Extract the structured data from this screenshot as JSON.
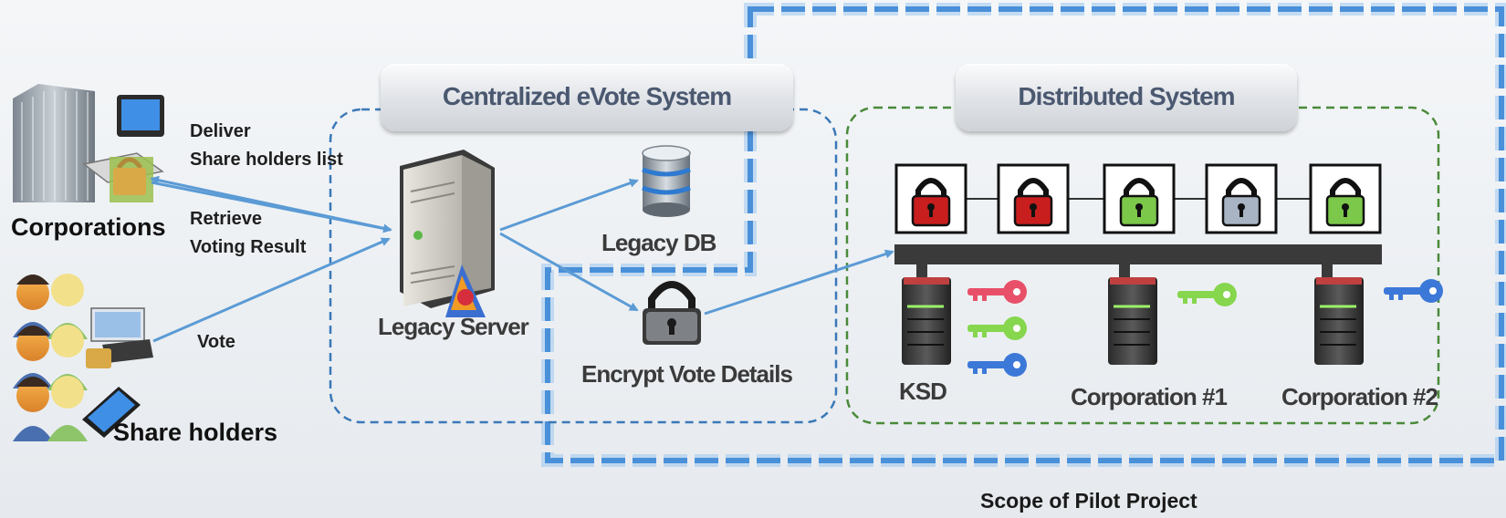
{
  "groups": {
    "centralized_title": "Centralized eVote System",
    "distributed_title": "Distributed System",
    "scope_caption": "Scope of Pilot Project"
  },
  "actors": {
    "corporations": "Corporations",
    "shareholders": "Share holders"
  },
  "flows": {
    "deliver_line1": "Deliver",
    "deliver_line2": "Share holders list",
    "retrieve_line1": "Retrieve",
    "retrieve_line2": "Voting Result",
    "vote": "Vote"
  },
  "nodes": {
    "legacy_server": "Legacy Server",
    "legacy_db": "Legacy DB",
    "encrypt": "Encrypt Vote Details",
    "ksd": "KSD",
    "corp1": "Corporation #1",
    "corp2": "Corporation #2"
  },
  "locks": [
    "red",
    "red",
    "green",
    "gray",
    "green"
  ],
  "colors": {
    "scope_border": "#4a90d9",
    "centralized_border": "#3a78b8",
    "distributed_border": "#4a8a3a",
    "arrow": "#5b9bd5",
    "lock_red": "#c81e1e",
    "lock_green": "#7cc84a",
    "lock_gray": "#a8b4c4",
    "key_red": "#e8506a",
    "key_green": "#86d64e",
    "key_blue": "#3c78d8"
  }
}
